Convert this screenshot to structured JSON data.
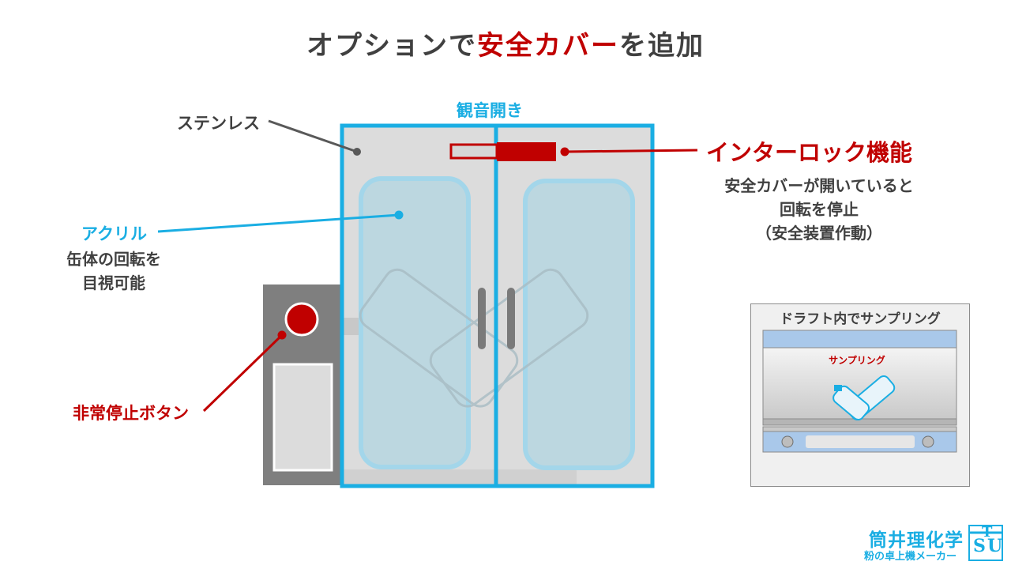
{
  "title": {
    "prefix": "オプションで",
    "highlight": "安全カバー",
    "suffix": "を追加"
  },
  "labels": {
    "stainless": "ステンレス",
    "double_door": "観音開き",
    "interlock": "インターロック機能",
    "interlock_desc": [
      "安全カバーが開いていると",
      "回転を停止",
      "（安全装置作動）"
    ],
    "acrylic": "アクリル",
    "acrylic_desc": [
      "缶体の回転を",
      "目視可能"
    ],
    "emergency_stop": "非常停止ボタン"
  },
  "inset": {
    "title": "ドラフト内でサンプリング",
    "sampling_label": "サンプリング"
  },
  "logo": {
    "company": "筒井理化学",
    "tagline": "粉の卓上機メーカー",
    "mark": [
      "S",
      "T",
      "U"
    ]
  },
  "colors": {
    "accent_blue": "#1aaee3",
    "accent_red": "#c00000",
    "text_dark": "#404040",
    "steel": "#dcdcdc",
    "acrylic": "#bcd7e0",
    "control_box": "#7f7f7f"
  }
}
